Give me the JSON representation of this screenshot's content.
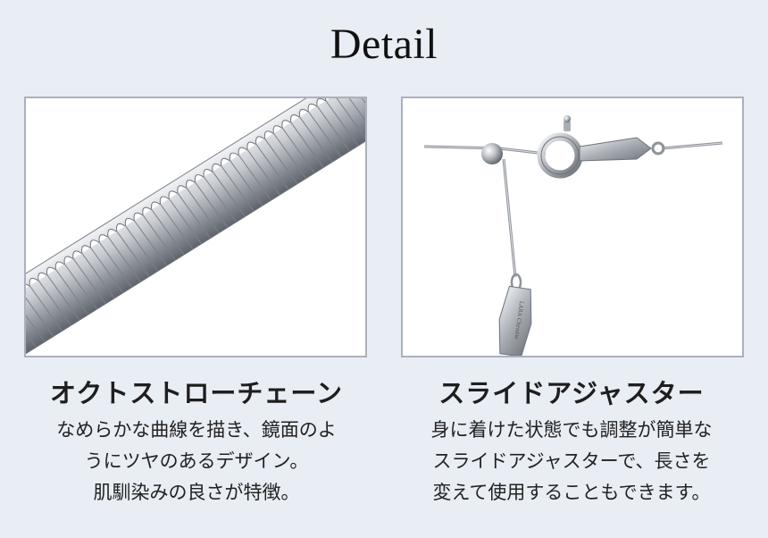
{
  "page": {
    "title": "Detail"
  },
  "panels": [
    {
      "image_name": "snake-chain-closeup",
      "name": "オクトストローチェーン",
      "desc_lines": [
        "なめらかな曲線を描き、鏡面のよ",
        "うにツヤのあるデザイン。",
        "肌馴染みの良さが特徴。"
      ]
    },
    {
      "image_name": "slide-adjuster-clasp",
      "name": "スライドアジャスター",
      "desc_lines": [
        "身に着けた状態でも調整が簡単な",
        "スライドアジャスターで、長さを",
        "変えて使用することもできます。"
      ],
      "tag_text": "LARA Christie"
    }
  ],
  "colors": {
    "background": "#e9edf4",
    "frame": "#aab1bd",
    "metal": "#9aa0a8"
  }
}
